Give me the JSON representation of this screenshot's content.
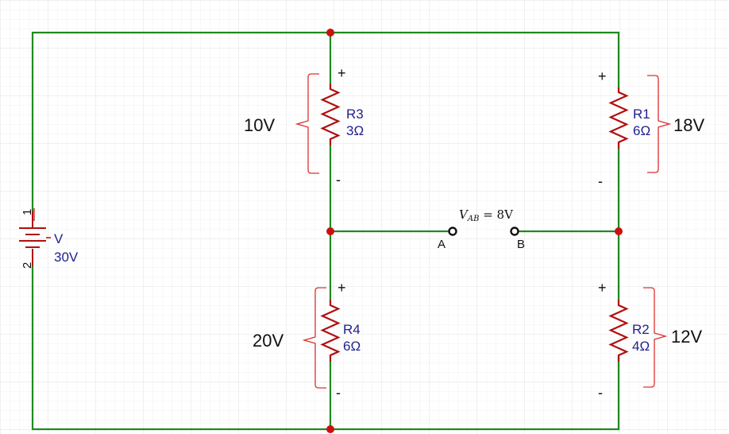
{
  "colors": {
    "wire": "#1f8a1f",
    "component": "#b01010",
    "node": "#cc1010",
    "bracket": "#e03030",
    "component_label": "#1f1f8f",
    "voltage_label": "#111111",
    "grid_minor": "#f0f0f0",
    "grid_major": "#e2e2e2"
  },
  "source": {
    "name": "V",
    "value": "30V",
    "pin_top": "1",
    "pin_bottom": "2"
  },
  "resistors": [
    {
      "id": "r3",
      "name": "R3",
      "value": "3Ω",
      "drop": "10V",
      "plus": "+",
      "minus": "-"
    },
    {
      "id": "r1",
      "name": "R1",
      "value": "6Ω",
      "drop": "18V",
      "plus": "+",
      "minus": "-"
    },
    {
      "id": "r4",
      "name": "R4",
      "value": "6Ω",
      "drop": "20V",
      "plus": "+",
      "minus": "-"
    },
    {
      "id": "r2",
      "name": "R2",
      "value": "4Ω",
      "drop": "12V",
      "plus": "+",
      "minus": "-"
    }
  ],
  "terminals": {
    "a_label": "A",
    "b_label": "B",
    "vab_symbol": "V",
    "vab_subscript": "AB",
    "vab_rest": " = 8V"
  }
}
